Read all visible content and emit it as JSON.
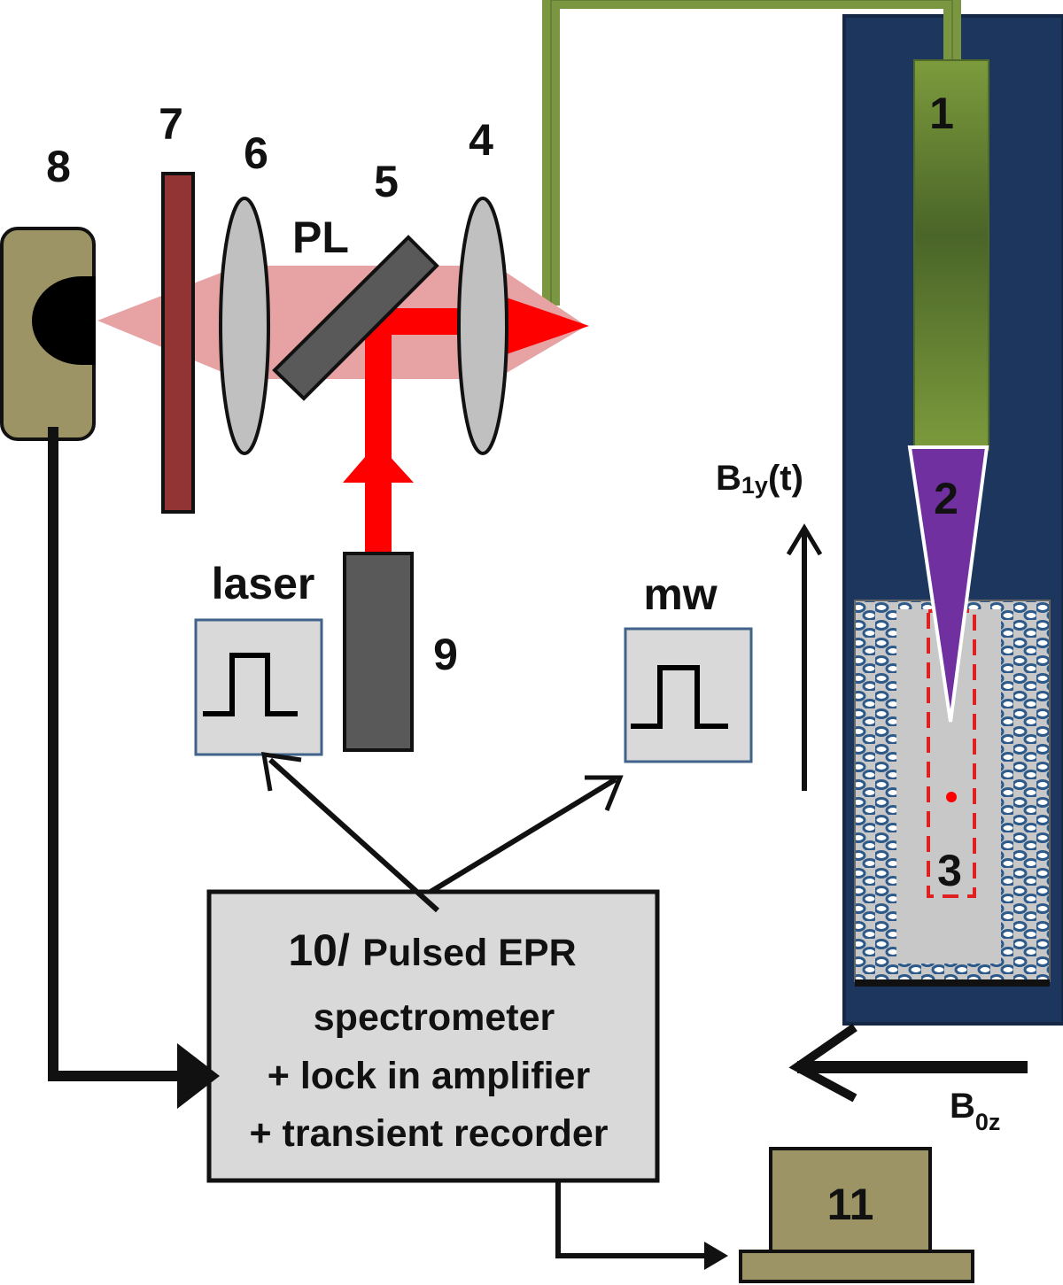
{
  "components": {
    "c1": "1",
    "c2": "2",
    "c3": "3",
    "c4": "4",
    "c5": "5",
    "c6": "6",
    "c7": "7",
    "c8": "8",
    "c9": "9",
    "c11": "11"
  },
  "labels": {
    "pl": "PL",
    "laser": "laser",
    "mw": "mw"
  },
  "spectrometer": {
    "number": "10/",
    "title": "Pulsed EPR",
    "line2": "spectrometer",
    "line3": "+ lock in amplifier",
    "line4": "+ transient recorder"
  },
  "fields": {
    "b1_main": "B",
    "b1_sub": "1y",
    "b1_suffix": "(t)",
    "b0_main": "B",
    "b0_sub": "0z"
  },
  "colors": {
    "magnet_blue": "#1c365e",
    "fiber_green": "#7a9640",
    "laser_red": "#ff0000",
    "pl_pink": "#e7a3a3",
    "tip_purple": "#7030a0",
    "filter_red": "#933434",
    "detector_olive": "#9d9466"
  }
}
